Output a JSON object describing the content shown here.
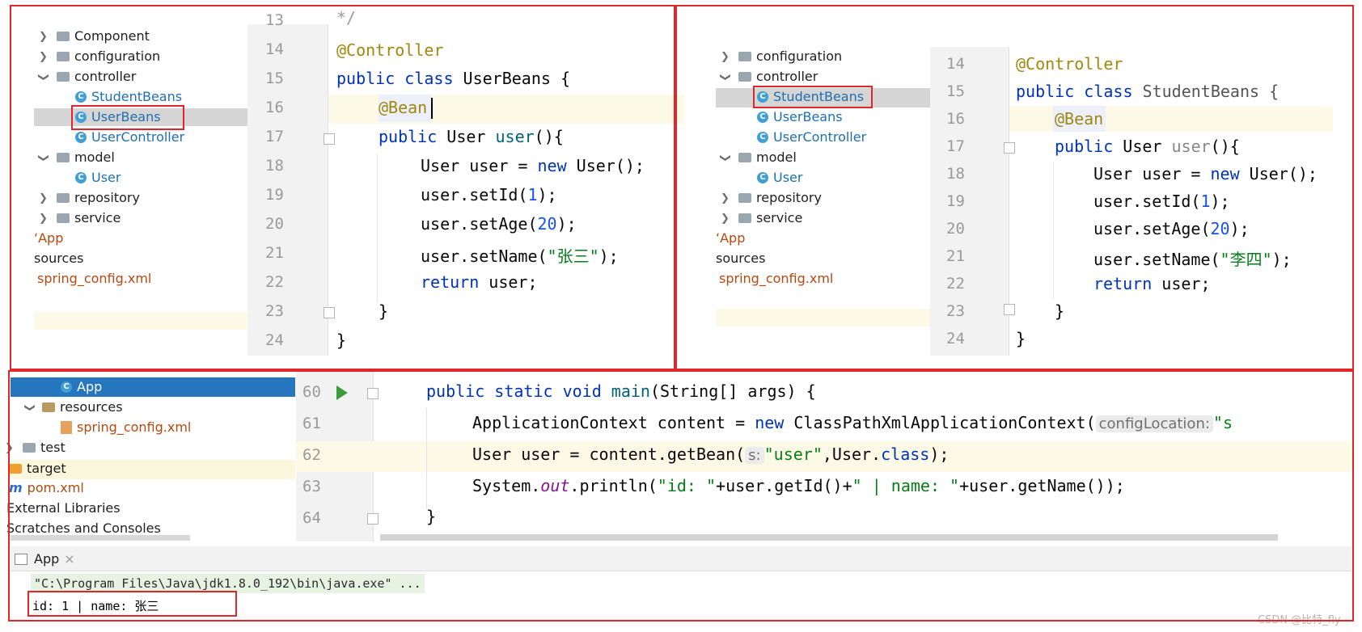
{
  "left_panel": {
    "tree": [
      {
        "label": "Component",
        "type": "folder"
      },
      {
        "label": "configuration",
        "type": "folder"
      },
      {
        "label": "controller",
        "type": "folder"
      },
      {
        "label": "StudentBeans",
        "type": "class"
      },
      {
        "label": "UserBeans",
        "type": "class"
      },
      {
        "label": "UserController",
        "type": "class"
      },
      {
        "label": "model",
        "type": "folder"
      },
      {
        "label": "User",
        "type": "class"
      },
      {
        "label": "repository",
        "type": "folder"
      },
      {
        "label": "service",
        "type": "folder"
      },
      {
        "label": "App",
        "type": "partial"
      },
      {
        "label": "sources",
        "type": "partial"
      },
      {
        "label": "spring_config.xml",
        "type": "xml"
      }
    ],
    "line_numbers": [
      "13",
      "14",
      "15",
      "16",
      "17",
      "18",
      "19",
      "20",
      "21",
      "22",
      "23",
      "24"
    ],
    "code": {
      "l14": "@Controller",
      "l15_kw": "public class",
      "l15_rest": " UserBeans {",
      "l16": "@Bean",
      "l17_kw": "public",
      "l17_type": " User ",
      "l17_fn": "user",
      "l17_rest": "(){",
      "l18_a": "User user = ",
      "l18_kw": "new",
      "l18_b": " User();",
      "l19_a": "user.setId(",
      "l19_n": "1",
      "l19_b": ");",
      "l20_a": "user.setAge(",
      "l20_n": "20",
      "l20_b": ");",
      "l21_a": "user.setName(",
      "l21_s": "\"张三\"",
      "l21_b": ");",
      "l22_kw": "return",
      "l22_rest": " user;",
      "l23": "}",
      "l24": "}"
    }
  },
  "right_panel": {
    "tree": [
      {
        "label": "configuration",
        "type": "folder"
      },
      {
        "label": "controller",
        "type": "folder"
      },
      {
        "label": "StudentBeans",
        "type": "class"
      },
      {
        "label": "UserBeans",
        "type": "class"
      },
      {
        "label": "UserController",
        "type": "class"
      },
      {
        "label": "model",
        "type": "folder"
      },
      {
        "label": "User",
        "type": "class"
      },
      {
        "label": "repository",
        "type": "folder"
      },
      {
        "label": "service",
        "type": "folder"
      },
      {
        "label": "App",
        "type": "partial"
      },
      {
        "label": "sources",
        "type": "partial"
      },
      {
        "label": "spring_config.xml",
        "type": "xml"
      }
    ],
    "line_numbers": [
      "14",
      "15",
      "16",
      "17",
      "18",
      "19",
      "20",
      "21",
      "22",
      "23",
      "24"
    ],
    "code": {
      "l14": "@Controller",
      "l15_kw": "public class",
      "l15_rest": " StudentBeans {",
      "l16": "@Bean",
      "l17_kw": "public",
      "l17_type": " User ",
      "l17_fn": "user",
      "l17_rest": "(){",
      "l18_a": "User user = ",
      "l18_kw": "new",
      "l18_b": " User();",
      "l19_a": "user.setId(",
      "l19_n": "1",
      "l19_b": ");",
      "l20_a": "user.setAge(",
      "l20_n": "20",
      "l20_b": ");",
      "l21_a": "user.setName(",
      "l21_s": "\"李四\"",
      "l21_b": ");",
      "l22_kw": "return",
      "l22_rest": " user;",
      "l23": "}",
      "l24": "}"
    }
  },
  "bottom_panel": {
    "tree": [
      {
        "label": "App",
        "type": "class"
      },
      {
        "label": "resources",
        "type": "folder"
      },
      {
        "label": "spring_config.xml",
        "type": "xml"
      },
      {
        "label": "test",
        "type": "folder"
      },
      {
        "label": "target",
        "type": "folder"
      },
      {
        "label": "pom.xml",
        "type": "pom"
      },
      {
        "label": "External Libraries",
        "type": "plain"
      },
      {
        "label": "Scratches and Consoles",
        "type": "plain"
      }
    ],
    "line_numbers": [
      "60",
      "61",
      "62",
      "63",
      "64"
    ],
    "code": {
      "l60_kw": "public static void",
      "l60_fn": " main",
      "l60_rest": "(String[] args) {",
      "l61_a": "ApplicationContext content = ",
      "l61_kw": "new",
      "l61_b": " ClassPathXmlApplicationContext(",
      "l61_hint": "configLocation:",
      "l61_s": "\"s",
      "l62_a": "User user = content.getBean(",
      "l62_hint": "s:",
      "l62_s": "\"user\"",
      "l62_b": ",User.",
      "l62_kw": "class",
      "l62_c": ");",
      "l63_a": "System.",
      "l63_st": "out",
      "l63_b": ".println(",
      "l63_s1": "\"id: \"",
      "l63_c": "+user.getId()+",
      "l63_s2": "\" | name: \"",
      "l63_d": "+user.getName());",
      "l64": "}"
    },
    "run_tab": "App",
    "console_cmd": "\"C:\\Program Files\\Java\\jdk1.8.0_192\\bin\\java.exe\" ...",
    "console_output": "id: 1 | name: 张三"
  },
  "watermark": "CSDN @比特_fly"
}
